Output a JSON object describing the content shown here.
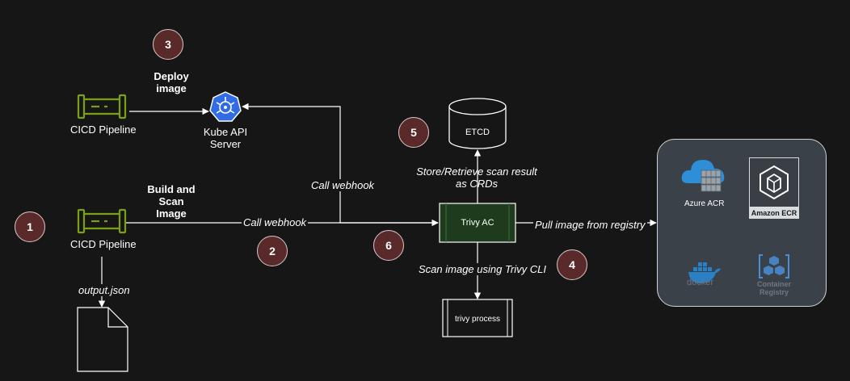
{
  "nodes": {
    "cicd_top": "CICD Pipeline",
    "cicd_bottom": "CICD Pipeline",
    "kube_api": [
      "Kube API",
      "Server"
    ],
    "etcd": "ETCD",
    "trivy_ac": "Trivy AC",
    "trivy_process": "trivy process"
  },
  "labels": {
    "deploy_image": [
      "Deploy",
      "image"
    ],
    "build_scan_image": [
      "Build and",
      "Scan",
      "Image"
    ],
    "call_webhook_top": "Call webhook",
    "call_webhook_main": "Call webhook",
    "store_retrieve": [
      "Store/Retrieve scan result",
      "as CRDs"
    ],
    "pull_image": "Pull image from registry",
    "scan_image": "Scan image using Trivy CLI",
    "output_json": "output.json"
  },
  "steps": [
    "1",
    "2",
    "3",
    "4",
    "5",
    "6"
  ],
  "registries": {
    "azure_acr": "Azure ACR",
    "amazon_ecr": "Amazon ECR",
    "docker": "docker",
    "container_registry": [
      "Container",
      "Registry"
    ]
  },
  "colors": {
    "background": "#161616",
    "pipeline_green": "#7aa116",
    "trivy_fill": "#1e3b1e",
    "badge_fill": "#5a2a2a",
    "kube_blue": "#326ce5",
    "azure_blue": "#2e8ed8",
    "panel": "#3a4149"
  },
  "icons": [
    "pipeline-icon",
    "kubernetes-icon",
    "cylinder-icon",
    "document-icon",
    "azure-cloud-icon",
    "amazon-ecr-icon",
    "docker-icon",
    "container-registry-icon"
  ]
}
